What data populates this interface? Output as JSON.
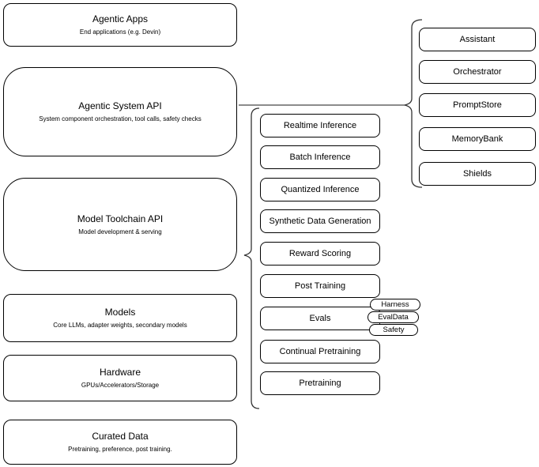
{
  "left_stack": [
    {
      "title": "Agentic Apps",
      "subtitle": "End applications (e.g. Devin)"
    },
    {
      "title": "Agentic System API",
      "subtitle": "System component orchestration, tool calls, safety checks"
    },
    {
      "title": "Model Toolchain API",
      "subtitle": "Model development & serving"
    },
    {
      "title": "Models",
      "subtitle": "Core LLMs, adapter weights, secondary models"
    },
    {
      "title": "Hardware",
      "subtitle": "GPUs/Accelerators/Storage"
    },
    {
      "title": "Curated Data",
      "subtitle": "Pretraining, preference, post training."
    }
  ],
  "toolchain_items": [
    "Realtime Inference",
    "Batch Inference",
    "Quantized Inference",
    "Synthetic Data Generation",
    "Reward Scoring",
    "Post Training",
    "Evals",
    "Continual Pretraining",
    "Pretraining"
  ],
  "evals_tags": [
    "Harness",
    "EvalData",
    "Safety"
  ],
  "system_components": [
    "Assistant",
    "Orchestrator",
    "PromptStore",
    "MemoryBank",
    "Shields"
  ],
  "colors": {
    "box_border": "#000000",
    "connector_line": "#666666",
    "brace": "#333333",
    "background": "#ffffff",
    "text": "#000000"
  }
}
